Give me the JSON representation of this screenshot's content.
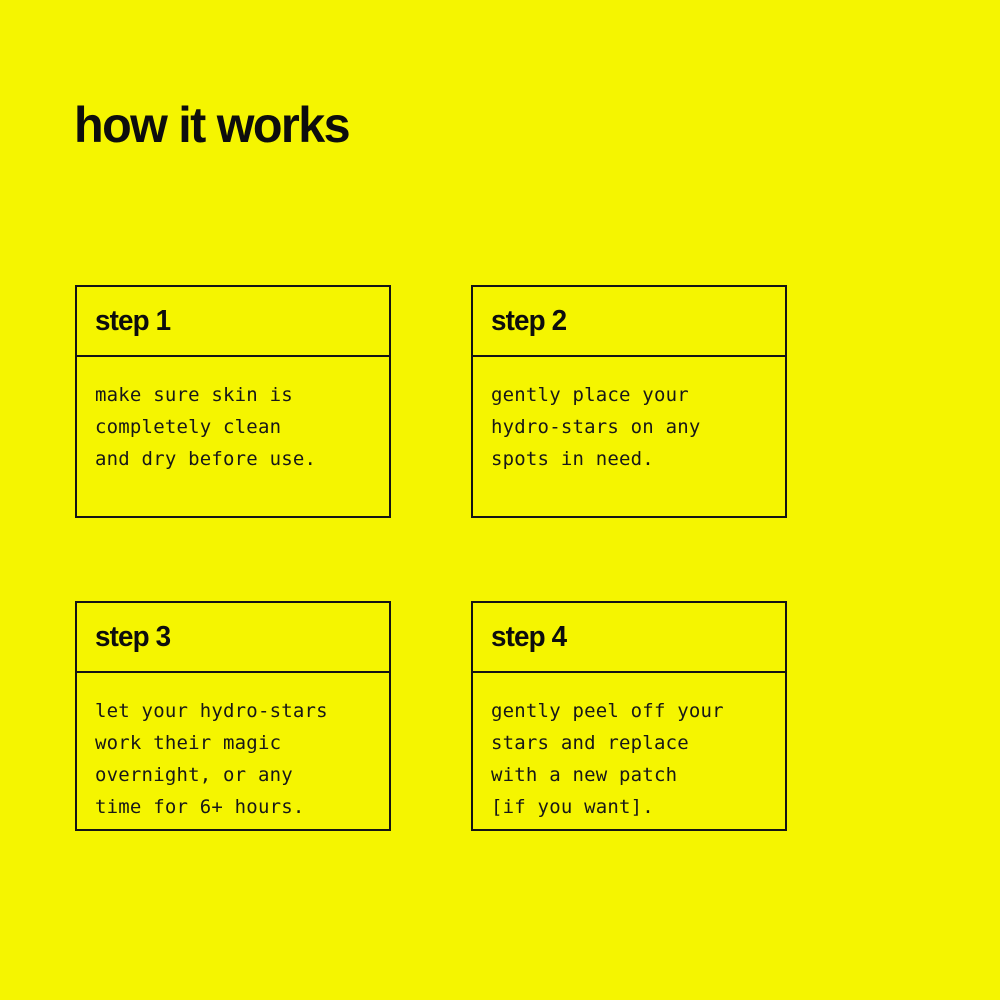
{
  "page": {
    "background_color": "#f5f500",
    "ink_color": "#141414",
    "title": "how it works"
  },
  "steps": [
    {
      "title": "step 1",
      "body": "make sure skin is\ncompletely clean\nand dry before use."
    },
    {
      "title": "step 2",
      "body": "gently place your\nhydro-stars on any\nspots in need."
    },
    {
      "title": "step 3",
      "body": "let your hydro-stars\nwork their magic\novernight, or any\ntime for 6+ hours."
    },
    {
      "title": "step 4",
      "body": "gently peel off your\nstars and replace\nwith a new patch\n[if you want]."
    }
  ]
}
